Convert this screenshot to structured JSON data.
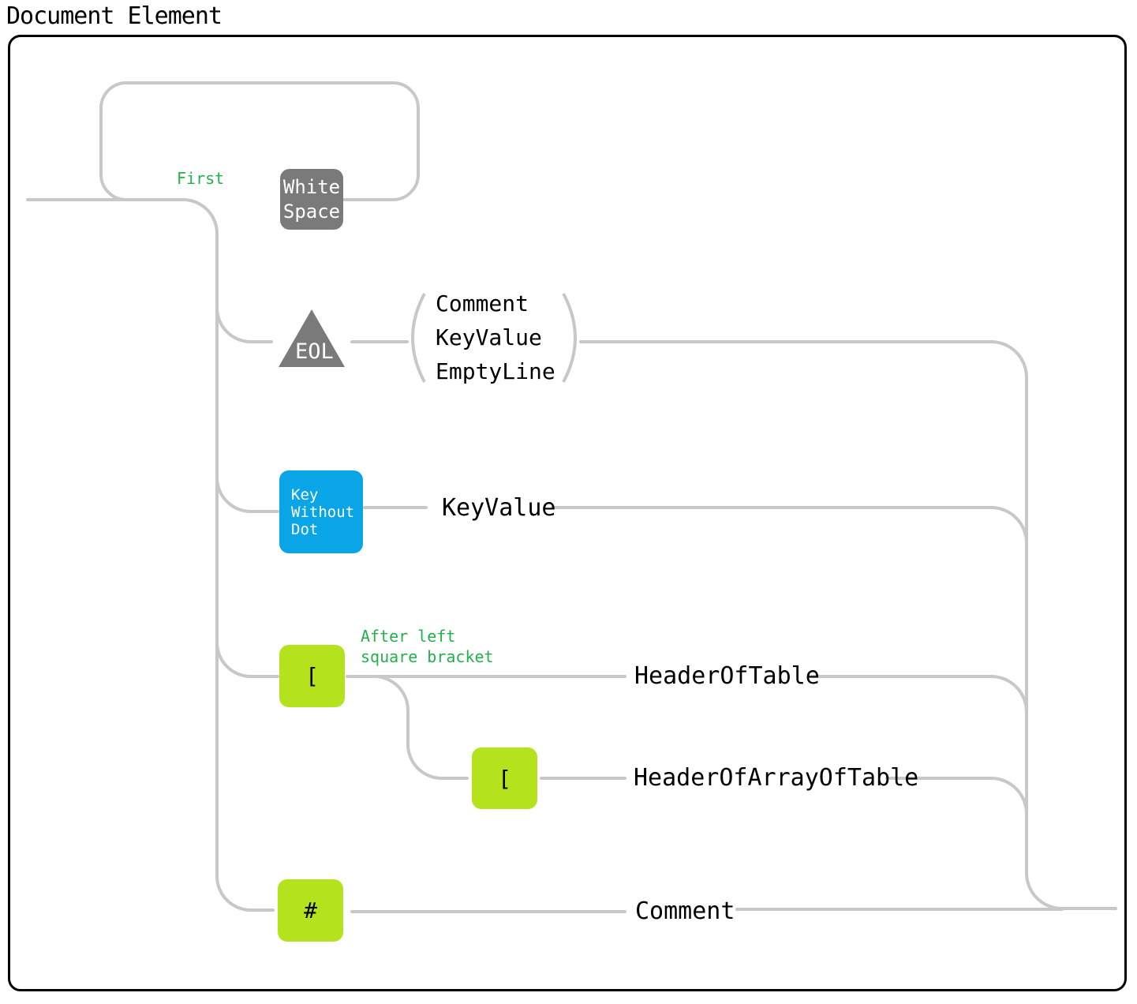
{
  "title": "Document Element",
  "colors": {
    "rail": "#c8c8c8",
    "note_text": "#22b04b",
    "terminal_green": "#b4e31e",
    "terminal_gray": "#7a7a7a",
    "terminal_blue": "#0aa5e6"
  },
  "notes": {
    "first": "First",
    "after_bracket_line1": "After left",
    "after_bracket_line2": "square bracket"
  },
  "terminals": {
    "whitespace_line1": "White",
    "whitespace_line2": "Space",
    "eol": "EOL",
    "key_line1": "Key",
    "key_line2": "Without",
    "key_line3": "Dot",
    "bracket1": "[",
    "bracket2": "[",
    "hash": "#"
  },
  "nonterminals": {
    "group_item1": "Comment",
    "group_item2": "KeyValue",
    "group_item3": "EmptyLine",
    "keyvalue": "KeyValue",
    "header_table": "HeaderOfTable",
    "header_array_table": "HeaderOfArrayOfTable",
    "comment": "Comment"
  }
}
